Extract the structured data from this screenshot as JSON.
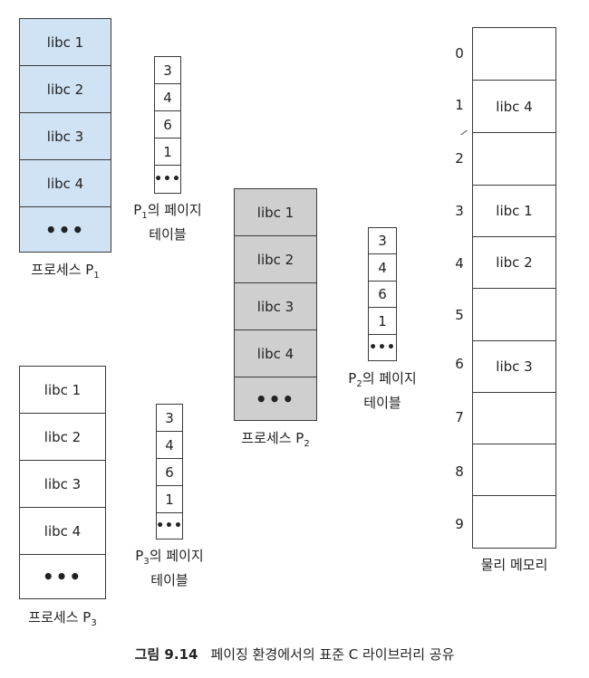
{
  "process_p1": {
    "label_main": "프로세스 P",
    "label_sub": "1",
    "pages": [
      "libc 1",
      "libc 2",
      "libc 3",
      "libc 4",
      "•••"
    ]
  },
  "process_p2": {
    "label_main": "프로세스 P",
    "label_sub": "2",
    "pages": [
      "libc 1",
      "libc 2",
      "libc 3",
      "libc 4",
      "•••"
    ]
  },
  "process_p3": {
    "label_main": "프로세스 P",
    "label_sub": "3",
    "pages": [
      "libc 1",
      "libc 2",
      "libc 3",
      "libc 4",
      "•••"
    ]
  },
  "page_table_p1": {
    "label_p": "P",
    "label_sub": "1",
    "label_rest": "의 페이지",
    "label_line2": "테이블",
    "entries": [
      "3",
      "4",
      "6",
      "1",
      "•••"
    ]
  },
  "page_table_p2": {
    "label_p": "P",
    "label_sub": "2",
    "label_rest": "의 페이지",
    "label_line2": "테이블",
    "entries": [
      "3",
      "4",
      "6",
      "1",
      "•••"
    ]
  },
  "page_table_p3": {
    "label_p": "P",
    "label_sub": "3",
    "label_rest": "의 페이지",
    "label_line2": "테이블",
    "entries": [
      "3",
      "4",
      "6",
      "1",
      "•••"
    ]
  },
  "physical_memory": {
    "label": "물리 메모리",
    "frame_numbers": [
      "0",
      "1",
      "2",
      "3",
      "4",
      "5",
      "6",
      "7",
      "8",
      "9"
    ],
    "frames": [
      "",
      "libc 4",
      "",
      "libc 1",
      "libc 2",
      "",
      "libc 3",
      "",
      "",
      ""
    ]
  },
  "caption": {
    "number": "그림 9.14",
    "text": "페이징 환경에서의 표준 C 라이브러리 공유"
  }
}
